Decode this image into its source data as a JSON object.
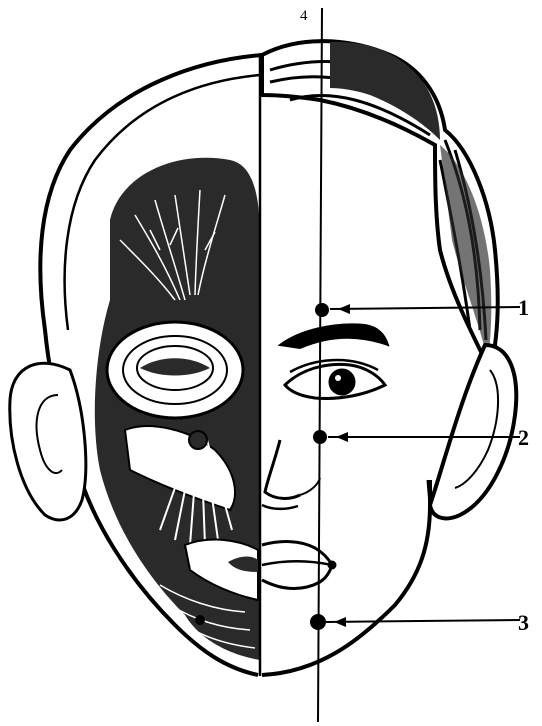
{
  "diagram": {
    "labels": {
      "top_line": "4",
      "point_1": "1",
      "point_2": "2",
      "point_3": "3"
    },
    "colors": {
      "ink": "#000000",
      "paper": "#ffffff",
      "shade": "#2a2a2a"
    }
  }
}
